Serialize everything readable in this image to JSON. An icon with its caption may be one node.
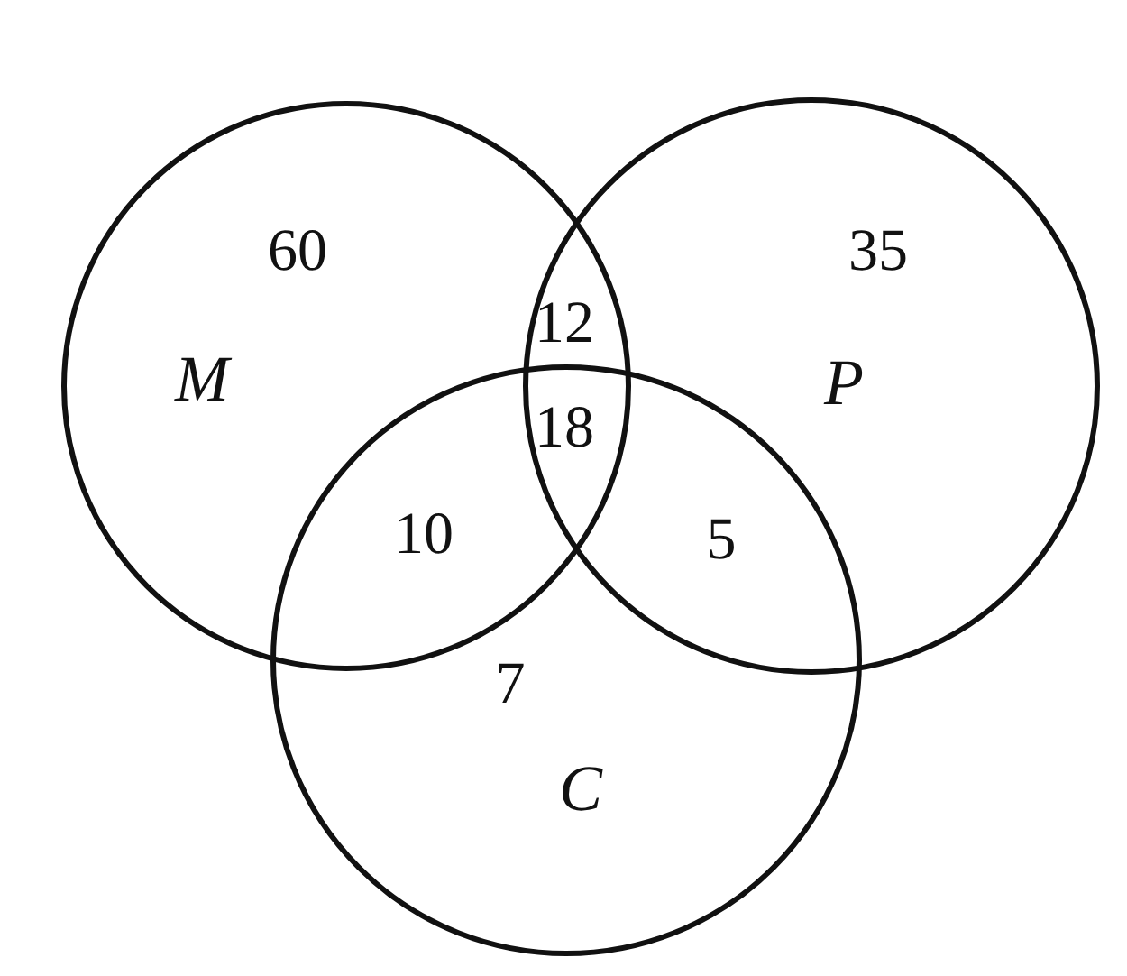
{
  "diagram": {
    "nodes": [
      {
        "text": [
          "M"
        ]
      },
      {
        "text": [
          "P"
        ]
      },
      {
        "text": [
          "C"
        ]
      }
    ],
    "labels": [
      "60",
      "35",
      "12",
      "18",
      "10",
      "5",
      "7"
    ]
  }
}
